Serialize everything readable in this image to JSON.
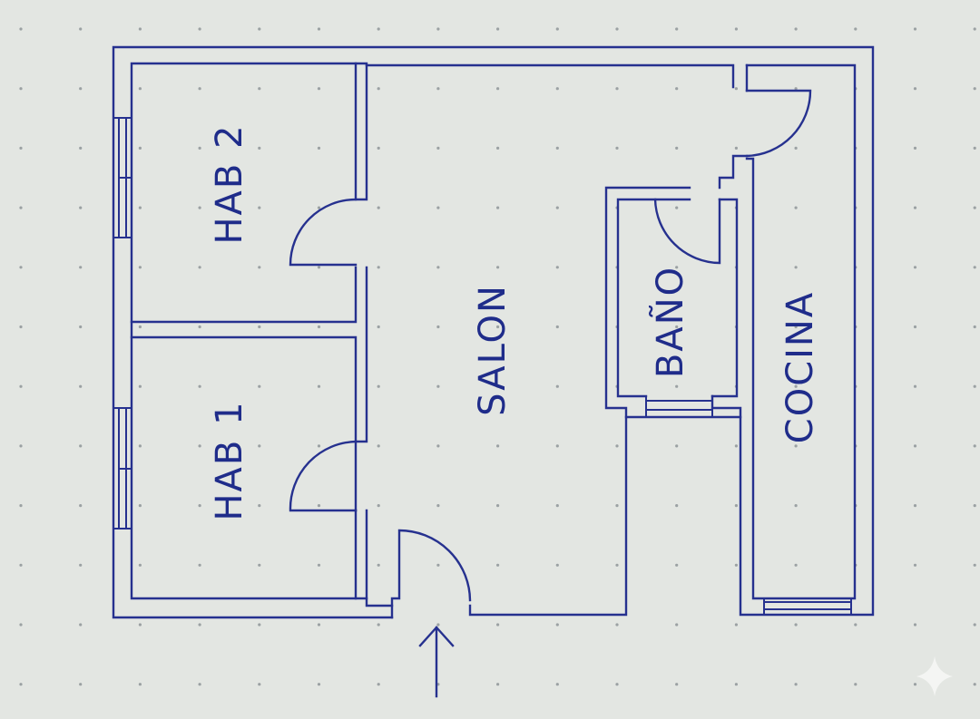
{
  "plan": {
    "rooms": [
      {
        "key": "hab2",
        "label": "HAB 2"
      },
      {
        "key": "hab1",
        "label": "HAB 1"
      },
      {
        "key": "salon",
        "label": "SALON"
      },
      {
        "key": "bano",
        "label": "BAÑO"
      },
      {
        "key": "cocina",
        "label": "COCINA"
      }
    ]
  },
  "colors": {
    "ink": "#26318f",
    "paper": "#e3e6e2",
    "dots": "#9ba1a3"
  },
  "icons": {
    "entrance": "arrow-up-icon",
    "corner_mark": "sparkle-icon"
  }
}
